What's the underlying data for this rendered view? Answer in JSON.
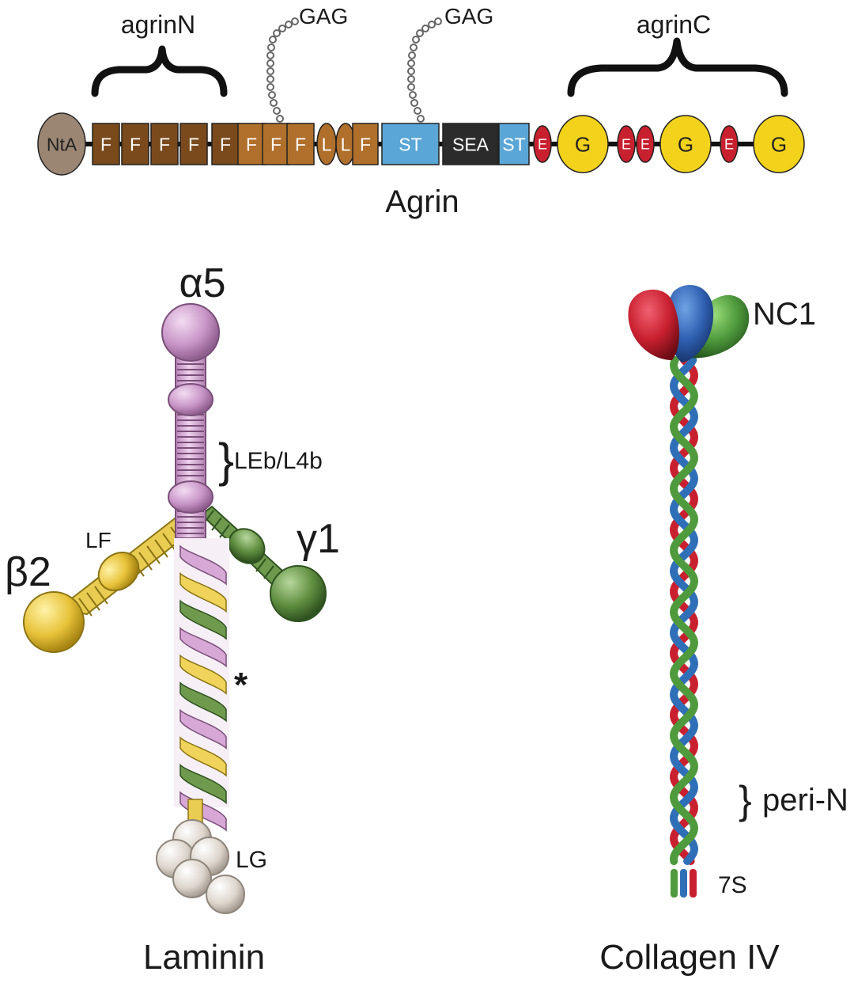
{
  "agrin": {
    "title": "Agrin",
    "bracket_n": "agrinN",
    "bracket_c": "agrinC",
    "gag_1": "GAG",
    "gag_2": "GAG",
    "domains": [
      {
        "label": "NtA",
        "kind": "NtA"
      },
      {
        "label": "F",
        "kind": "F"
      },
      {
        "label": "F",
        "kind": "F"
      },
      {
        "label": "F",
        "kind": "F"
      },
      {
        "label": "F",
        "kind": "F"
      },
      {
        "label": "F",
        "kind": "F"
      },
      {
        "label": "F",
        "kind": "F"
      },
      {
        "label": "F",
        "kind": "F"
      },
      {
        "label": "F",
        "kind": "F"
      },
      {
        "label": "L",
        "kind": "L"
      },
      {
        "label": "L",
        "kind": "L"
      },
      {
        "label": "F",
        "kind": "F"
      },
      {
        "label": "ST",
        "kind": "ST"
      },
      {
        "label": "SEA",
        "kind": "SEA"
      },
      {
        "label": "ST",
        "kind": "ST"
      },
      {
        "label": "E",
        "kind": "E"
      },
      {
        "label": "G",
        "kind": "G"
      },
      {
        "label": "E",
        "kind": "E"
      },
      {
        "label": "E",
        "kind": "E"
      },
      {
        "label": "G",
        "kind": "G"
      },
      {
        "label": "E",
        "kind": "E"
      },
      {
        "label": "G",
        "kind": "G"
      }
    ]
  },
  "laminin": {
    "title": "Laminin",
    "alpha": "α5",
    "beta": "β2",
    "gamma": "γ1",
    "leb": "LEb/L4b",
    "lf": "LF",
    "lg": "LG",
    "star": "*"
  },
  "collagen": {
    "title": "Collagen IV",
    "nc1": "NC1",
    "peri": "peri-N",
    "s7": "7S"
  },
  "colors": {
    "NtA": "#9b8674",
    "F_dark": "#7a4a1c",
    "F_light": "#b06f2a",
    "ST": "#5aa6d6",
    "SEA": "#2b2b2b",
    "E": "#c8202e",
    "G": "#f2d21a",
    "alpha_chain": "#d7a8d6",
    "beta_chain": "#f0d35a",
    "gamma_chain": "#6f9a4e",
    "col_red": "#c9202f",
    "col_blue": "#2f6fb8",
    "col_green": "#4e9a3c"
  }
}
